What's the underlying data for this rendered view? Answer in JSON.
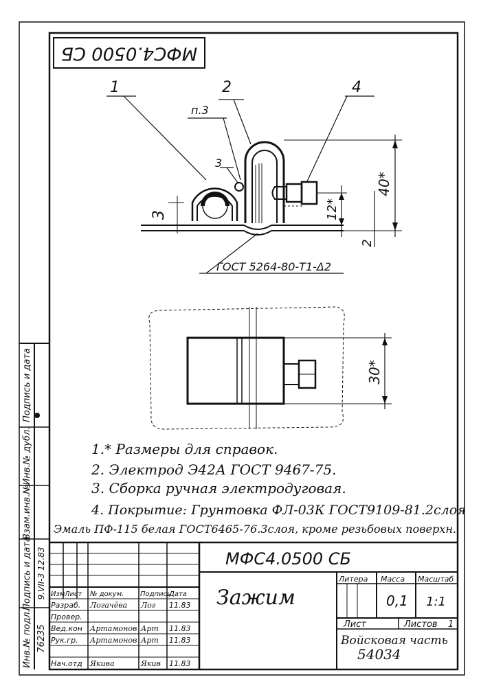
{
  "doc_code_rotated": "МФС4.0500 СБ",
  "callouts": {
    "c1": "1",
    "c2": "2",
    "c3": "п.3",
    "c4": "4",
    "weld_leg_1": "3",
    "weld_leg_2": "3"
  },
  "dimensions": {
    "height": "40*",
    "offset": "12*",
    "thickness": "2",
    "width": "30*"
  },
  "weld_standard": "ГОСТ 5264-80-Т1-Δ2",
  "notes": [
    "1.* Размеры для справок.",
    "2.  Электрод Э42А  ГОСТ 9467-75.",
    "3.  Сборка ручная электродуговая.",
    "4. Покрытие: Грунтовка ФЛ-03К ГОСТ9109-81.2слоя",
    "Эмаль ПФ-115 белая ГОСТ6465-76.3слоя, кроме резьбовых поверхн."
  ],
  "side_stamp": {
    "sign_date_label": "Подпись и дата",
    "inv_dubl_label": "Инв.№ дубл.",
    "vzam_label": "Взам.инв.№",
    "sign_date2_label": "Подпись и дата",
    "sign_date2_value": "9.VII-3 12.83",
    "inv_podl_label": "Инв.№ подл.",
    "inv_podl_value": "76235"
  },
  "title_block": {
    "doc_code": "МФС4.0500 СБ",
    "title": "Зажим",
    "headers": {
      "izm": "Изм",
      "list": "Лист",
      "doc_no": "№ докум.",
      "sign": "Подпись",
      "date": "Дата"
    },
    "rows": [
      {
        "role": "Разраб.",
        "name": "Логачёва",
        "sign": "Лог",
        "date": "11.83"
      },
      {
        "role": "Провер.",
        "name": "",
        "sign": "",
        "date": ""
      },
      {
        "role": "Вед.кон",
        "name": "Артамонов",
        "sign": "Арт",
        "date": "11.83"
      },
      {
        "role": "Рук.гр.",
        "name": "Артамонов",
        "sign": "Арт",
        "date": "11.83"
      },
      {
        "role": "Нач.отд",
        "name": "Якива",
        "sign": "Якив",
        "date": "11.83"
      }
    ],
    "litera_label": "Литера",
    "mass_label": "Масса",
    "scale_label": "Масштаб",
    "mass_value": "0,1",
    "scale_value": "1:1",
    "sheet_label": "Лист",
    "sheets_label": "Листов",
    "sheets_value": "1",
    "org_line1": "Войсковая часть",
    "org_line2": "54034"
  }
}
